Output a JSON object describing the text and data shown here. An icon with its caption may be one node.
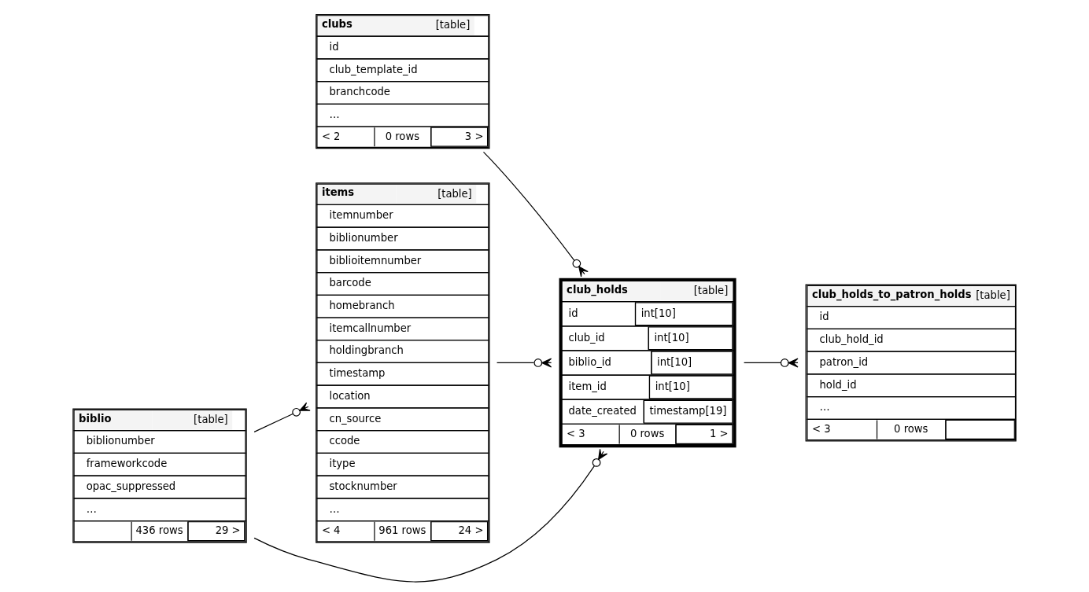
{
  "diagram": {
    "nodes": [
      {
        "text": [
          "clubs",
          "[table]",
          "id",
          "club_template_id",
          "branchcode",
          "…",
          "< 2",
          "0 rows",
          "3 >"
        ]
      },
      {
        "text": [
          "biblio",
          "[table]",
          "biblionumber",
          "frameworkcode",
          "opac_suppressed",
          "…",
          "436 rows",
          "29 >"
        ]
      },
      {
        "text": [
          "items",
          "[table]",
          "itemnumber",
          "biblionumber",
          "biblioitemnumber",
          "barcode",
          "homebranch",
          "itemcallnumber",
          "holdingbranch",
          "timestamp",
          "location",
          "cn_source",
          "ccode",
          "itype",
          "stocknumber",
          "…",
          "< 4",
          "961 rows",
          "24 >"
        ]
      },
      {
        "text": [
          "club_holds",
          "[table]",
          "id",
          "int[10]",
          "club_id",
          "int[10]",
          "biblio_id",
          "int[10]",
          "item_id",
          "int[10]",
          "date_created",
          "timestamp[19]",
          "< 3",
          "0 rows",
          "1 >"
        ]
      },
      {
        "text": [
          "club_holds_to_patron_holds",
          "[table]",
          "id",
          "club_hold_id",
          "patron_id",
          "hold_id",
          "…",
          "< 3",
          "0 rows"
        ]
      }
    ],
    "edges": [
      {
        "from": 0,
        "to": 3,
        "arrow": "other"
      },
      {
        "from": 1,
        "to": 3,
        "arrow": "other"
      },
      {
        "from": 1,
        "to": 2,
        "arrow": "other"
      },
      {
        "from": 2,
        "to": 3,
        "arrow": "other"
      },
      {
        "from": 3,
        "to": 4,
        "arrow": "other"
      }
    ]
  }
}
